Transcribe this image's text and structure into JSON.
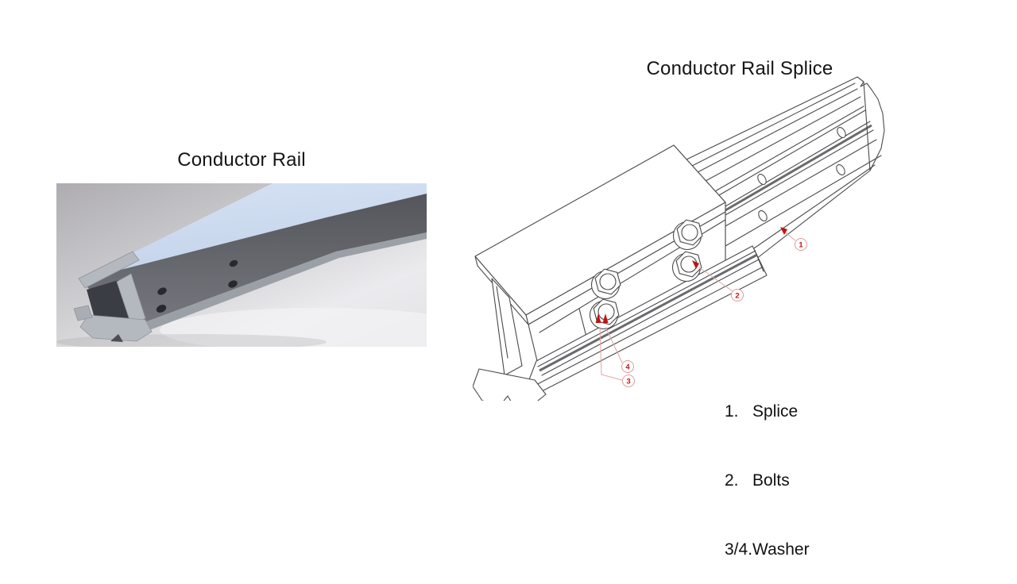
{
  "page": {
    "background": "#ffffff"
  },
  "left_figure": {
    "title": "Conductor Rail",
    "photo": {
      "description": "3D render of extruded conductor rail profile",
      "top_surface_color": "#c9d8ee",
      "side_color": "#5a5d62",
      "background_color": "#c7c6ca",
      "cross_section_color": "#b4b8bf",
      "side_hole_count": 4
    }
  },
  "right_figure": {
    "title": "Conductor Rail Splice",
    "drawing": {
      "description": "Isometric line drawing of two conductor rails joined by a bolted splice plate",
      "line_color": "#4a4a4d",
      "callout_color": "#c01414",
      "leader_color": "#dfa6a6",
      "bolt_count": 4,
      "callouts": [
        {
          "num": "1",
          "label": "Splice"
        },
        {
          "num": "2",
          "label": "Bolts"
        },
        {
          "num": "3",
          "label": "Washer"
        },
        {
          "num": "4",
          "label": "Washer"
        }
      ]
    },
    "legend": {
      "items": [
        "1.   Splice",
        "2.   Bolts",
        "3/4.Washer"
      ]
    }
  }
}
